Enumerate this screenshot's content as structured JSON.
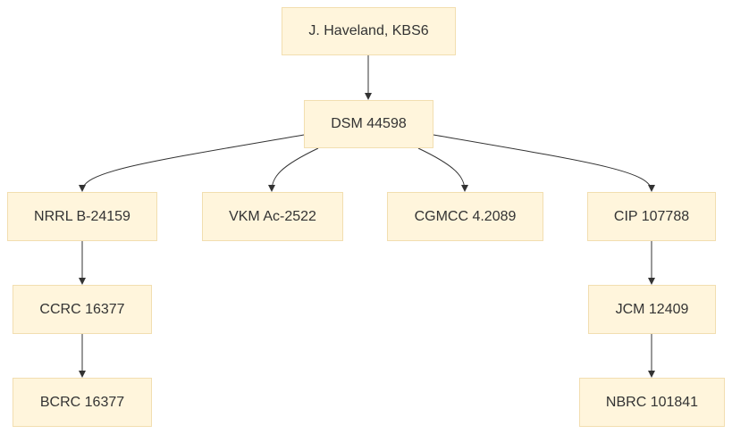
{
  "diagram": {
    "nodes": {
      "root": "J. Haveland, KBS6",
      "dsm": "DSM 44598",
      "nrrl": "NRRL B-24159",
      "vkm": "VKM Ac-2522",
      "cgmcc": "CGMCC 4.2089",
      "cip": "CIP 107788",
      "ccrc": "CCRC 16377",
      "jcm": "JCM 12409",
      "bcrc": "BCRC 16377",
      "nbrc": "NBRC 101841"
    },
    "edges": [
      {
        "from": "root",
        "to": "dsm"
      },
      {
        "from": "dsm",
        "to": "nrrl"
      },
      {
        "from": "dsm",
        "to": "vkm"
      },
      {
        "from": "dsm",
        "to": "cgmcc"
      },
      {
        "from": "dsm",
        "to": "cip"
      },
      {
        "from": "nrrl",
        "to": "ccrc"
      },
      {
        "from": "ccrc",
        "to": "bcrc"
      },
      {
        "from": "cip",
        "to": "jcm"
      },
      {
        "from": "jcm",
        "to": "nbrc"
      }
    ],
    "colors": {
      "node_fill": "#fff5dc",
      "node_border": "#f2deb0",
      "edge": "#333333",
      "text": "#333333"
    }
  }
}
